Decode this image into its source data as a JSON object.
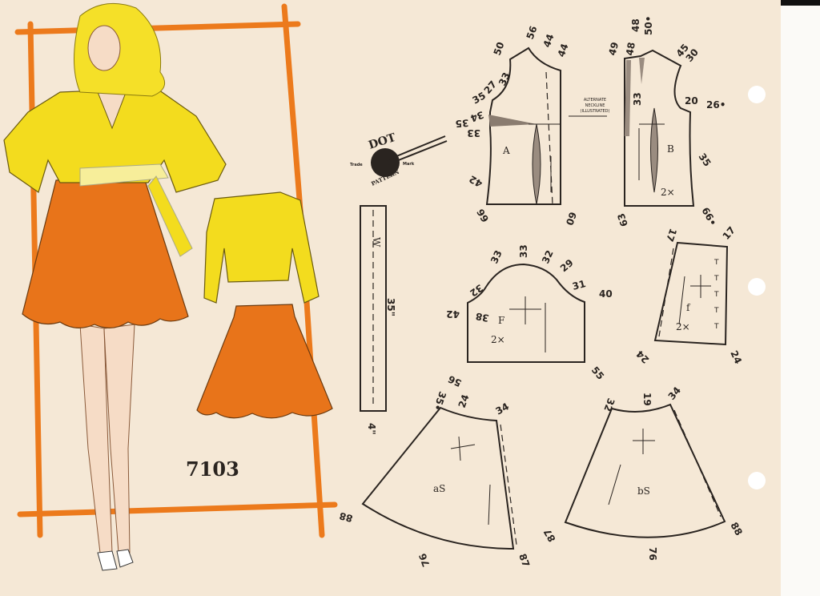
{
  "model_number": "7103",
  "colors": {
    "paper": "#f5e8d6",
    "frame": "#ec7a1c",
    "blouse": "#f3dc1e",
    "skirt": "#e8741a",
    "ink": "#2a2420"
  },
  "logo": {
    "name": "DOT",
    "sub": "PATTERN",
    "left": "Trade",
    "right": "Mark"
  },
  "alternate_neckline": [
    "ALTERNATE",
    "NECKLINE",
    "(ILLUSTRATED)"
  ],
  "pieces": {
    "A": {
      "letter": "A",
      "labels": [
        "50",
        "56",
        "44",
        "44",
        "33",
        "27",
        "35",
        "34",
        "35",
        "33",
        "42",
        "66",
        "60"
      ]
    },
    "B": {
      "letter": "B",
      "count": "2×",
      "labels": [
        "49",
        "48",
        "48",
        "50•",
        "45",
        "30",
        "33",
        "20",
        "26•",
        "35",
        "63",
        "66•"
      ]
    },
    "F": {
      "letter": "F",
      "count": "2×",
      "labels": [
        "33",
        "33",
        "32",
        "29",
        "31",
        "40",
        "32",
        "42",
        "38",
        "56",
        "55"
      ]
    },
    "f": {
      "letter": "f",
      "count": "2×",
      "labels": [
        "17",
        "17",
        "24",
        "24"
      ]
    },
    "aS": {
      "letter": "aS",
      "labels": [
        "35•",
        "24",
        "34",
        "88",
        "76",
        "87"
      ]
    },
    "bS": {
      "letter": "bS",
      "labels": [
        "32",
        "19",
        "34",
        "87",
        "76",
        "88"
      ]
    },
    "W": {
      "letter": "W",
      "length": "35\"",
      "width": "4\""
    }
  }
}
